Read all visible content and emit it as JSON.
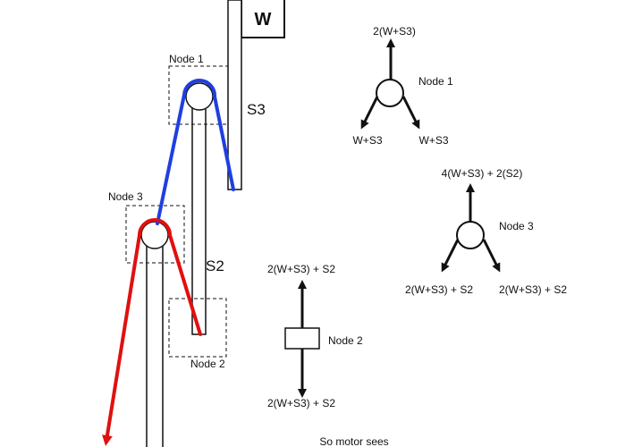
{
  "diagram": {
    "weight_label": "W",
    "segment_labels": {
      "s3": "S3",
      "s2": "S2"
    },
    "node_labels": {
      "node1": "Node 1",
      "node2": "Node 2",
      "node3": "Node 3"
    },
    "fbd_node1": {
      "label": "Node 1",
      "up": "2(W+S3)",
      "down_left": "W+S3",
      "down_right": "W+S3"
    },
    "fbd_node3": {
      "label": "Node 3",
      "up": "4(W+S3) + 2(S2)",
      "down_left": "2(W+S3) + S2",
      "down_right": "2(W+S3) + S2"
    },
    "fbd_node2": {
      "label": "Node 2",
      "up": "2(W+S3) + S2",
      "down": "2(W+S3) + S2"
    },
    "footer_text": "So motor sees",
    "colors": {
      "blue_rope": "#1f3fe0",
      "red_rope": "#e01010",
      "line": "#111111",
      "background": "#ffffff"
    }
  }
}
